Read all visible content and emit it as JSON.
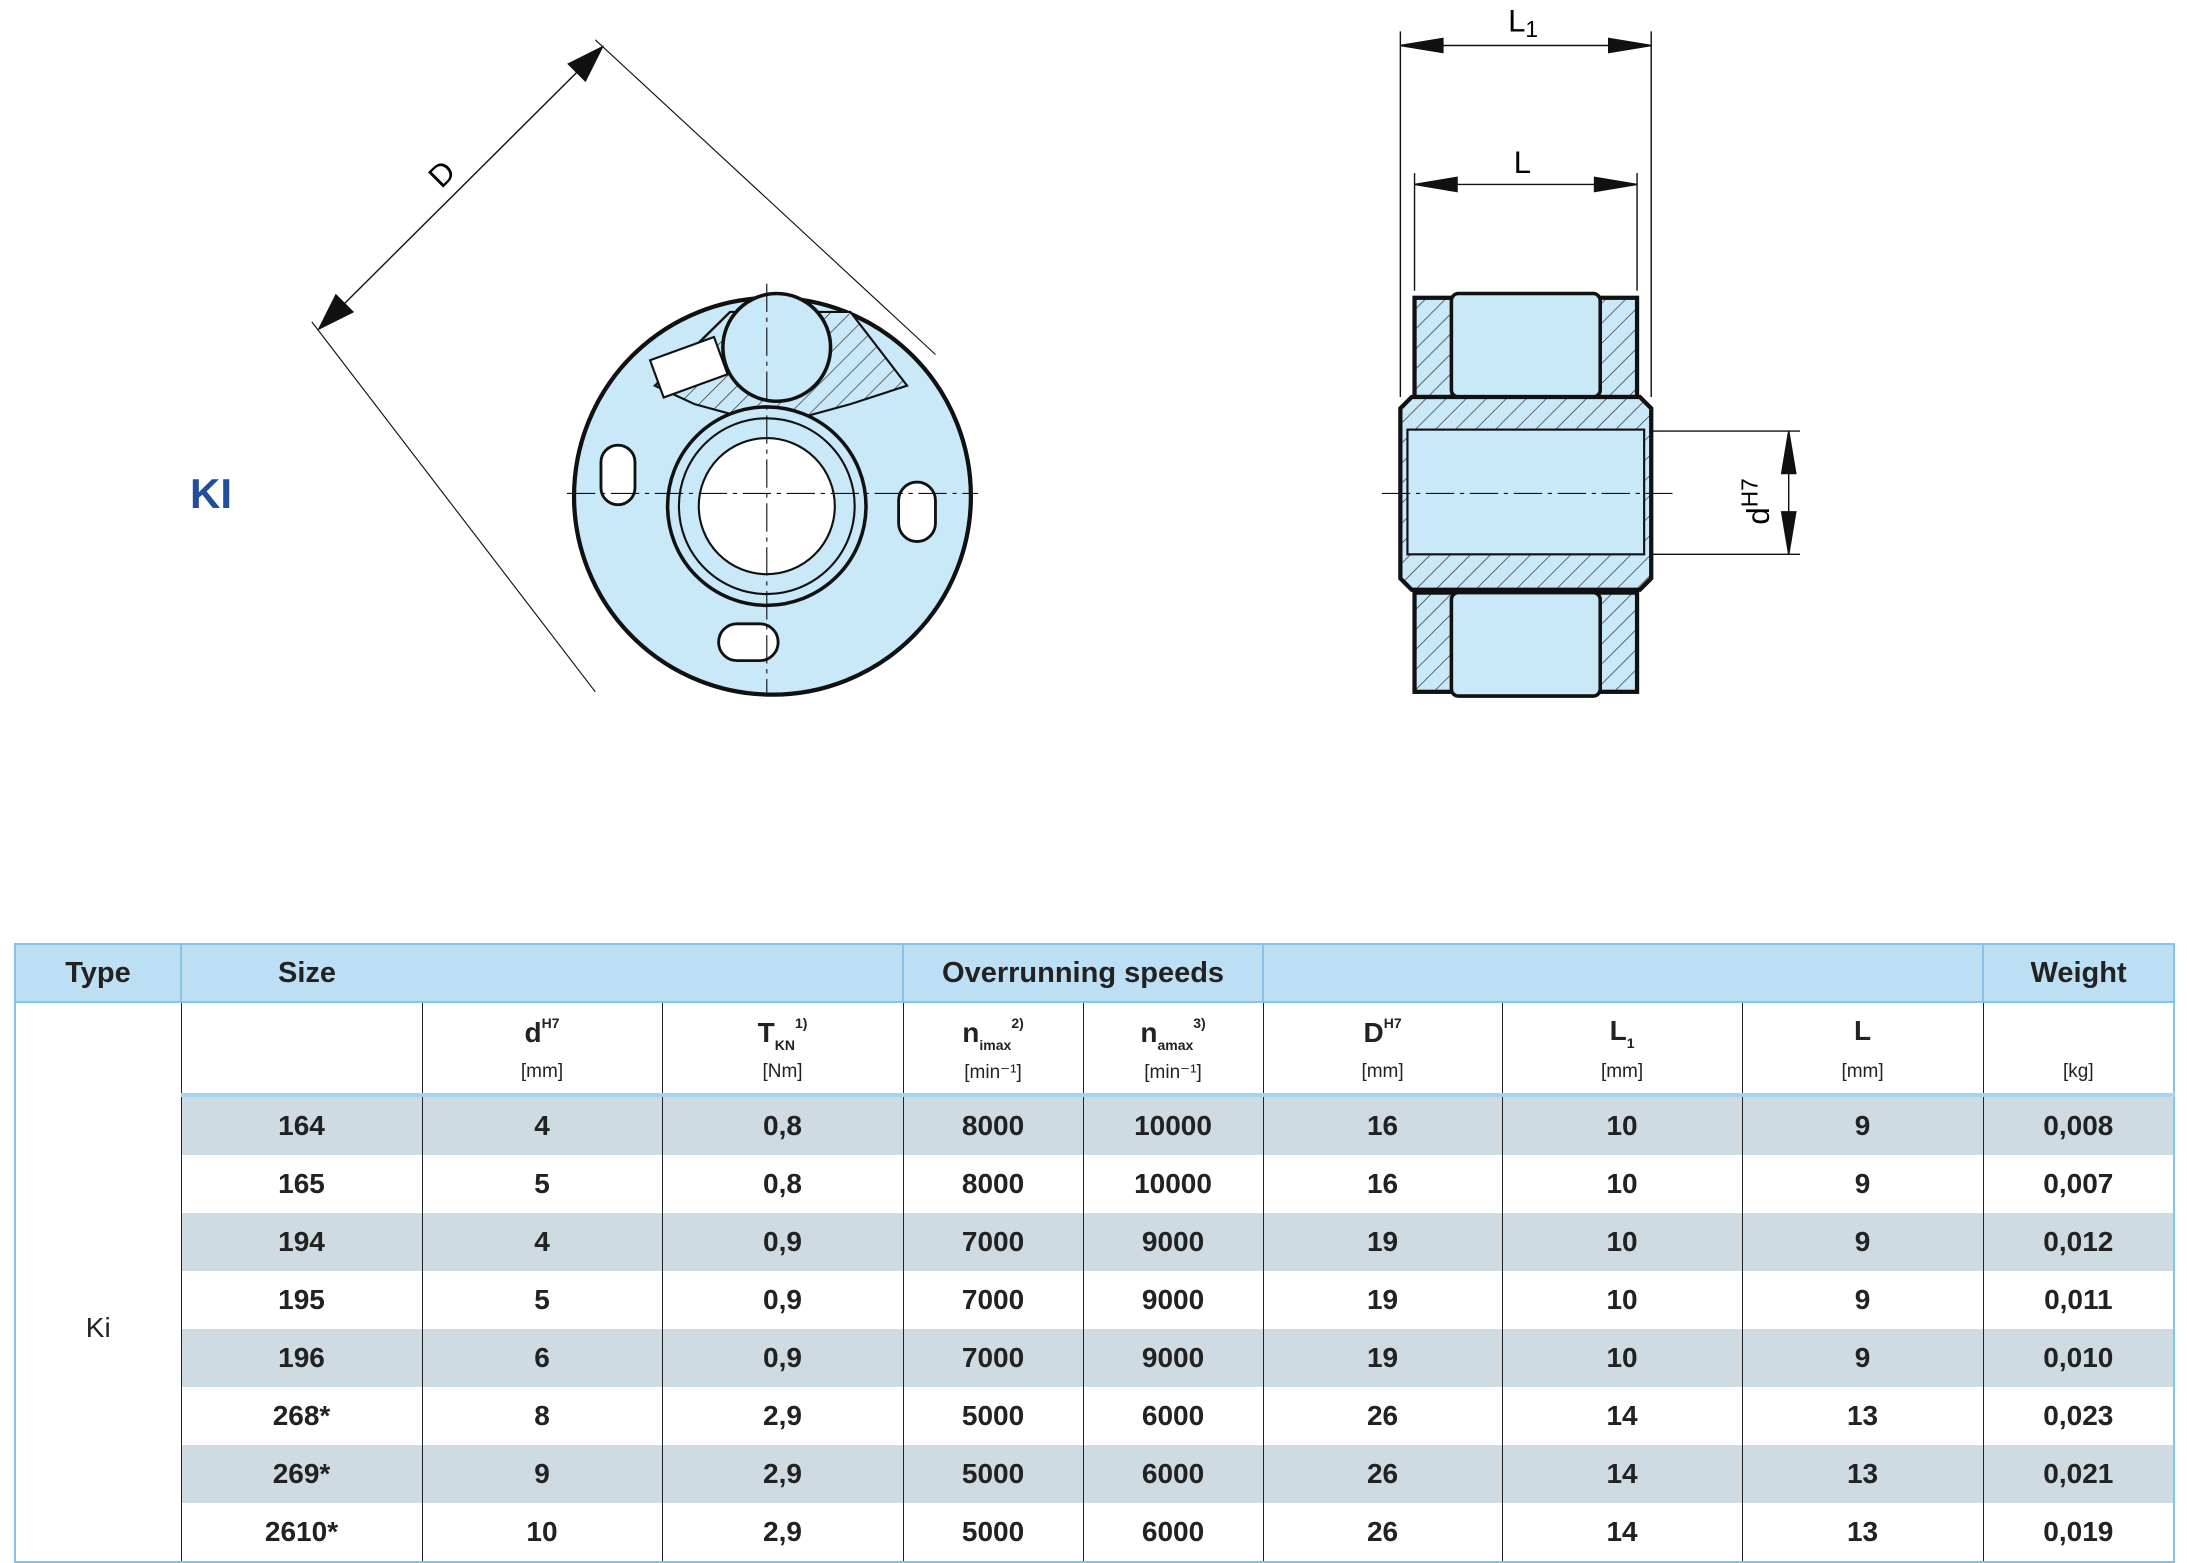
{
  "drawing": {
    "product_label": "KI",
    "dim_D": "D",
    "dim_L1": "L",
    "dim_L1_sub": "1",
    "dim_L": "L",
    "dim_d": "d",
    "dim_d_sup": "H7",
    "fill_color": "#c9e8f8",
    "label_color": "#1f4e9c"
  },
  "table": {
    "headers": {
      "type": "Type",
      "size": "Size",
      "speeds": "Overrunning speeds",
      "weight": "Weight"
    },
    "columns": [
      {
        "symbol": "d",
        "sup": "H7",
        "sub": "",
        "unit": "[mm]"
      },
      {
        "symbol": "T",
        "sup": "1)",
        "sub": "KN",
        "unit": "[Nm]"
      },
      {
        "symbol": "n",
        "sup": "2)",
        "sub": "imax",
        "unit": "[min⁻¹]"
      },
      {
        "symbol": "n",
        "sup": "3)",
        "sub": "amax",
        "unit": "[min⁻¹]"
      },
      {
        "symbol": "D",
        "sup": "H7",
        "sub": "",
        "unit": "[mm]"
      },
      {
        "symbol": "L",
        "sup": "",
        "sub": "1",
        "unit": "[mm]"
      },
      {
        "symbol": "L",
        "sup": "",
        "sub": "",
        "unit": "[mm]"
      },
      {
        "symbol": "",
        "sup": "",
        "sub": "",
        "unit": "[kg]"
      }
    ],
    "type_value": "Ki",
    "rows": [
      [
        "164",
        "4",
        "0,8",
        "8000",
        "10000",
        "16",
        "10",
        "9",
        "0,008"
      ],
      [
        "165",
        "5",
        "0,8",
        "8000",
        "10000",
        "16",
        "10",
        "9",
        "0,007"
      ],
      [
        "194",
        "4",
        "0,9",
        "7000",
        "9000",
        "19",
        "10",
        "9",
        "0,012"
      ],
      [
        "195",
        "5",
        "0,9",
        "7000",
        "9000",
        "19",
        "10",
        "9",
        "0,011"
      ],
      [
        "196",
        "6",
        "0,9",
        "7000",
        "9000",
        "19",
        "10",
        "9",
        "0,010"
      ],
      [
        "268*",
        "8",
        "2,9",
        "5000",
        "6000",
        "26",
        "14",
        "13",
        "0,023"
      ],
      [
        "269*",
        "9",
        "2,9",
        "5000",
        "6000",
        "26",
        "14",
        "13",
        "0,021"
      ],
      [
        "2610*",
        "10",
        "2,9",
        "5000",
        "6000",
        "26",
        "14",
        "13",
        "0,019"
      ]
    ]
  }
}
